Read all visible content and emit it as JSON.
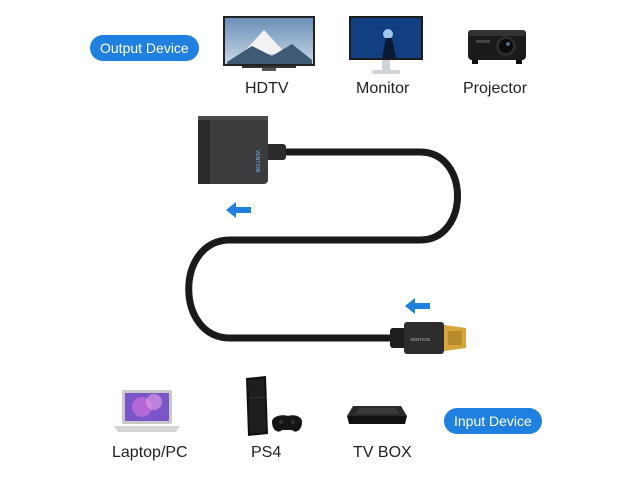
{
  "output": {
    "badge": "Output Device",
    "devices": [
      "HDTV",
      "Monitor",
      "Projector"
    ]
  },
  "input": {
    "badge": "Input Device",
    "devices": [
      "Laptop/PC",
      "PS4",
      "TV BOX"
    ]
  },
  "colors": {
    "accent": "#1f80e0",
    "cable": "#1a1a1a",
    "adapter": "#3a3a3c",
    "plug_gold": "#d6a53b"
  },
  "icons": [
    "hdtv-icon",
    "monitor-icon",
    "projector-icon",
    "laptop-icon",
    "ps4-icon",
    "tv-box-icon",
    "arrow-left-icon"
  ]
}
